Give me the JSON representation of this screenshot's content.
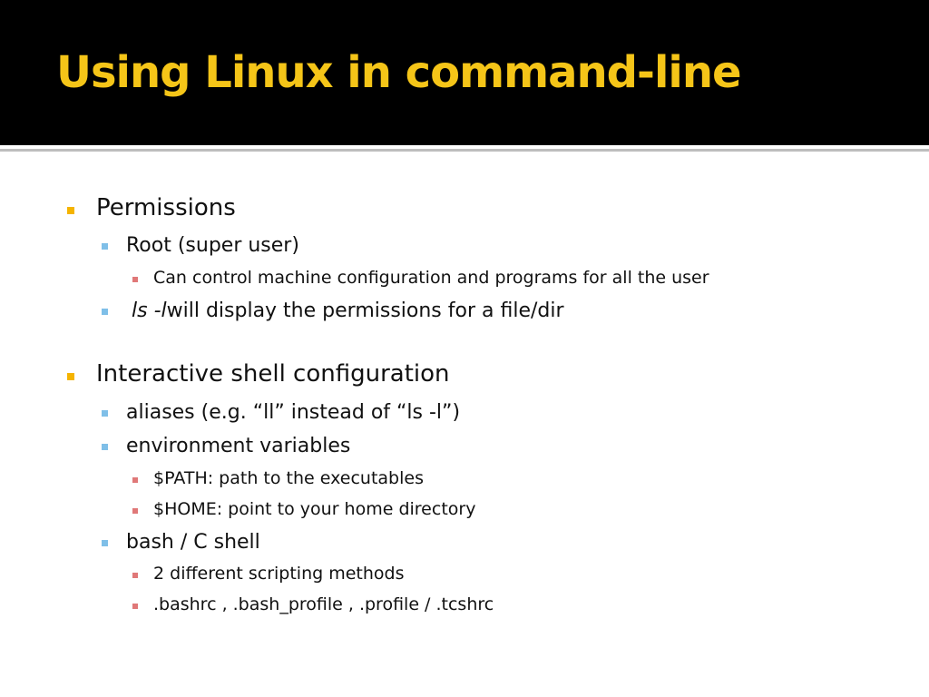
{
  "slide": {
    "title": "Using Linux in command-line",
    "colors": {
      "title_bar": "#000000",
      "title_text": "#f5c518",
      "bullet_level1": "#f5b400",
      "bullet_level2": "#7fbfe8",
      "bullet_level3": "#e07878"
    },
    "bullets": {
      "b1": "Permissions",
      "b1_1": "Root (super user)",
      "b1_1_1": "Can control machine configuration and programs for all the user",
      "b1_2_cmd": "ls -l",
      "b1_2_rest": " will display the permissions for a file/dir",
      "b2": "Interactive shell configuration",
      "b2_1": "aliases (e.g. “ll” instead of “ls -l”)",
      "b2_2": "environment variables",
      "b2_2_1": "$PATH: path to the executables",
      "b2_2_2": "$HOME: point to your home directory",
      "b2_3": "bash / C shell",
      "b2_3_1": "2 different scripting methods",
      "b2_3_2": ".bashrc , .bash_profile , .profile / .tcshrc"
    }
  }
}
